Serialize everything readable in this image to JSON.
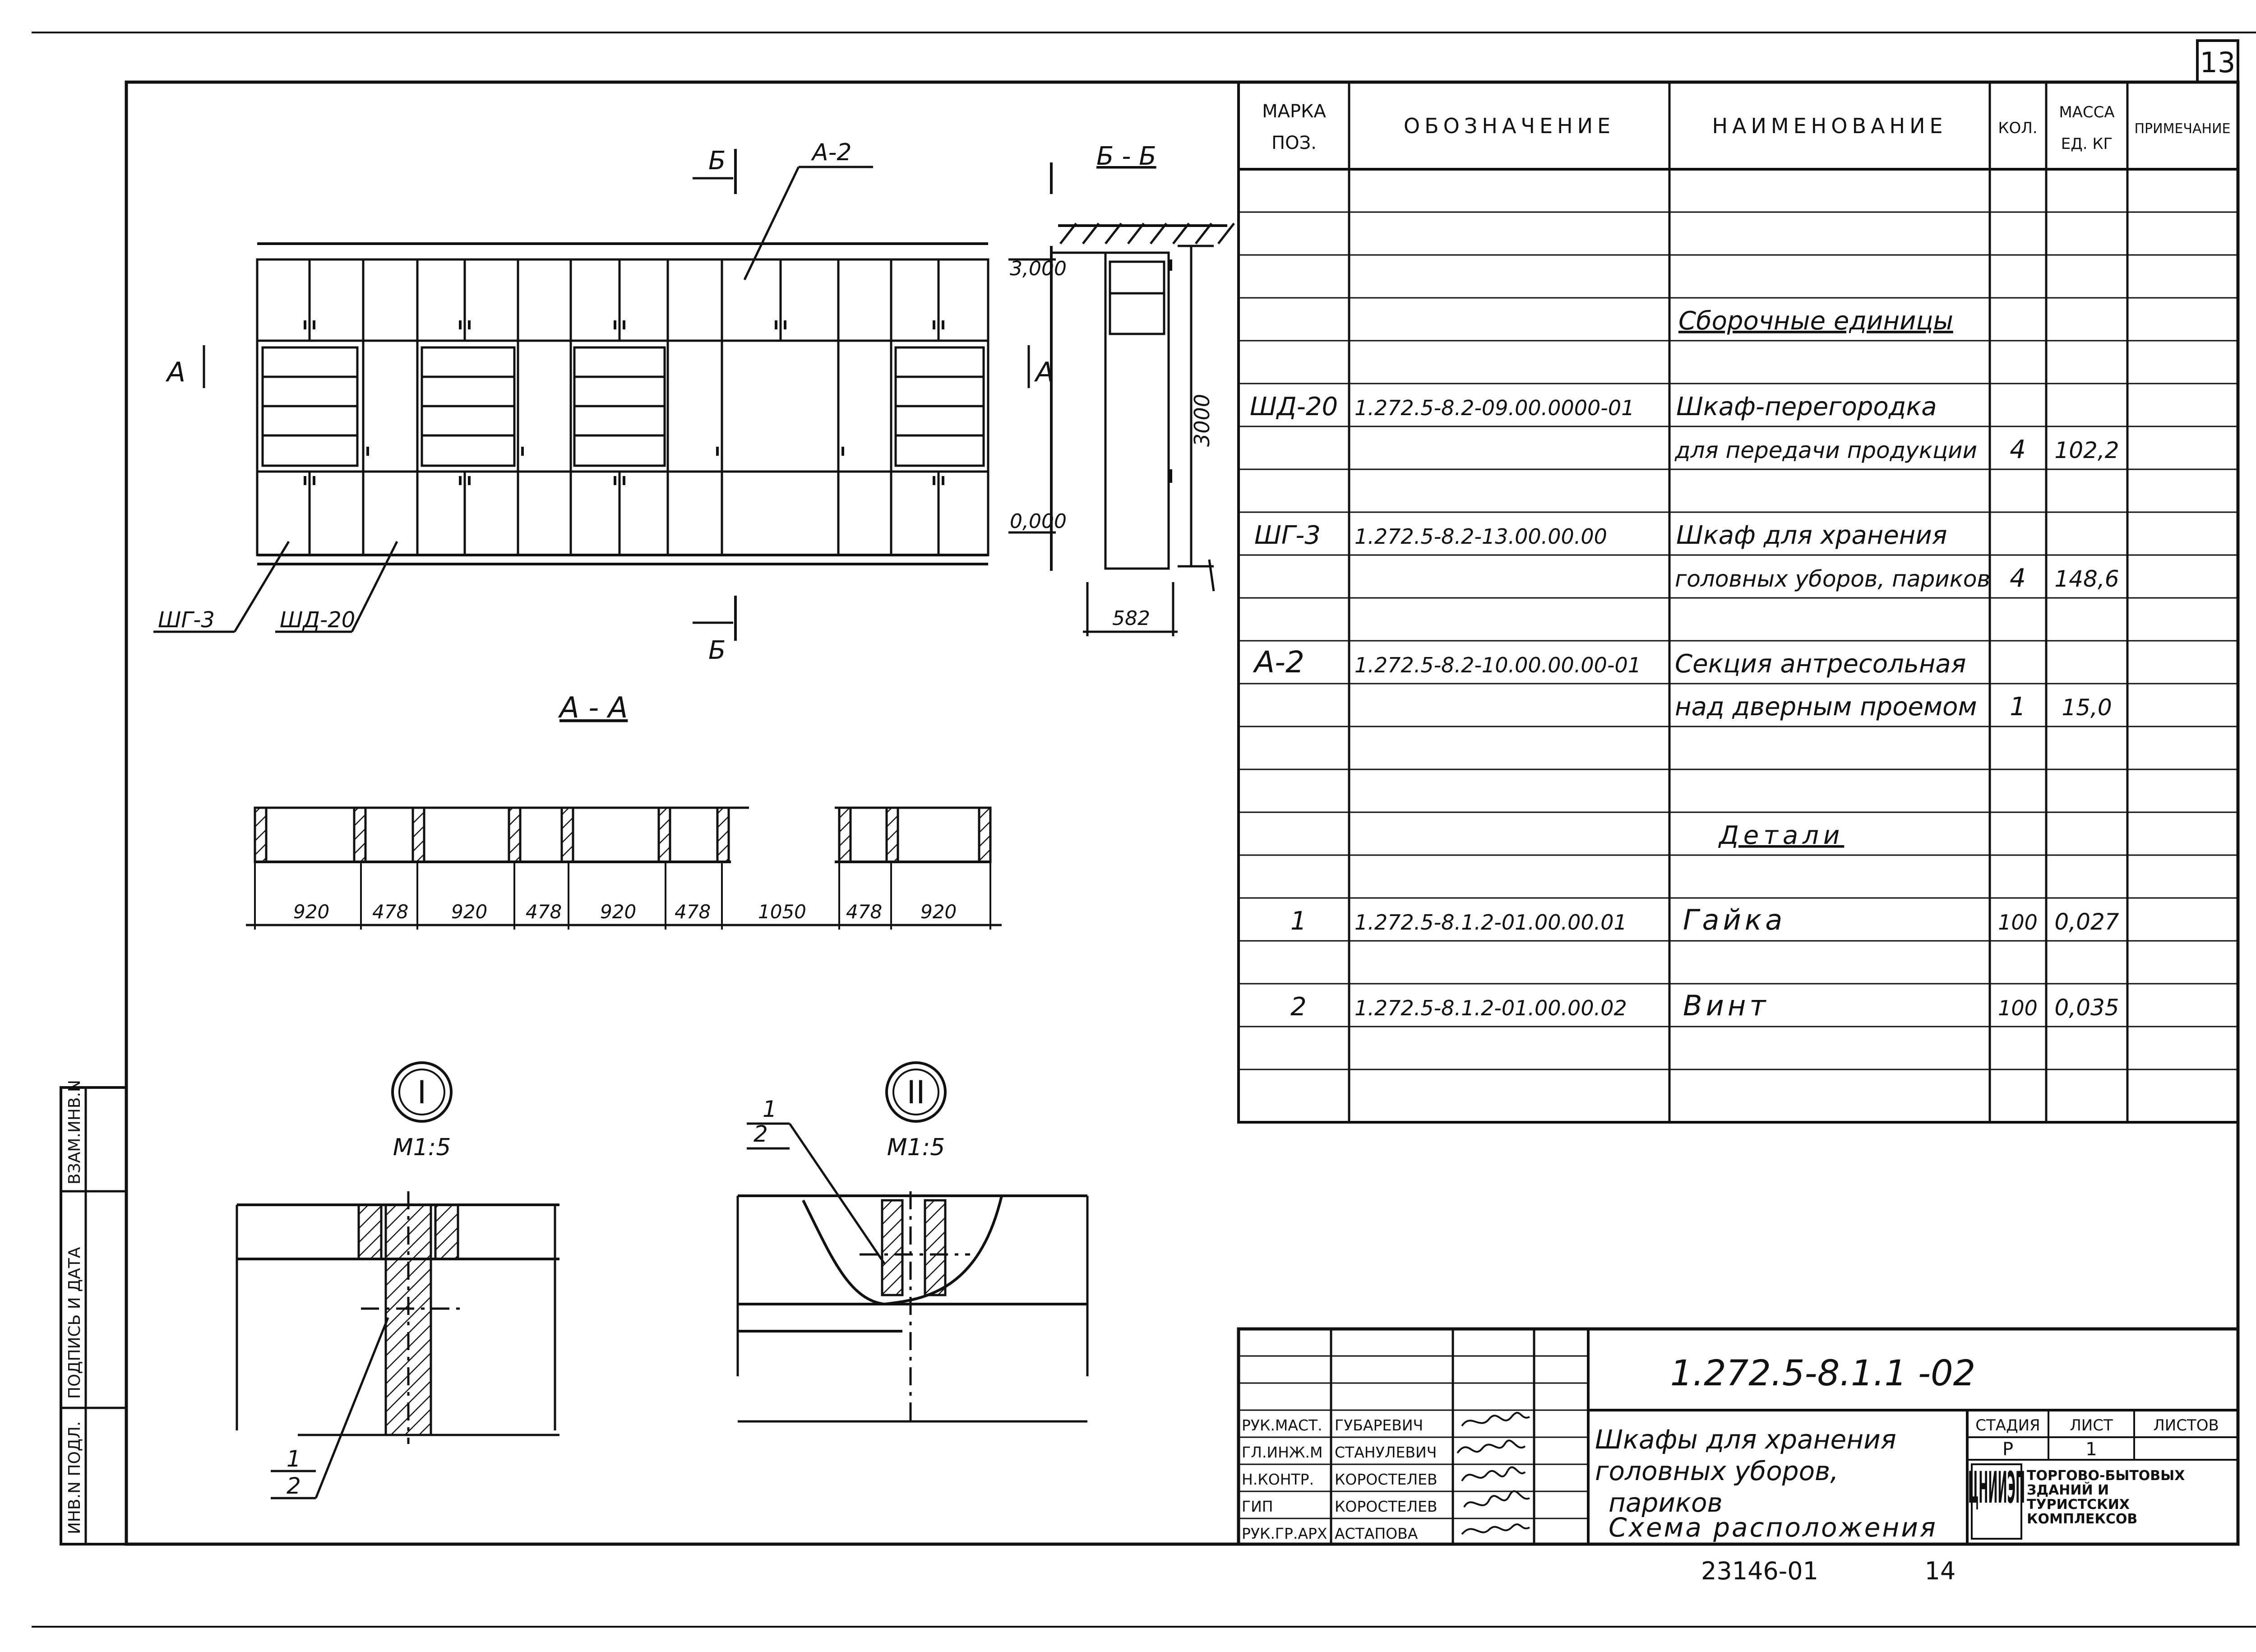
{
  "sheet_number": "13",
  "footer": {
    "archive_number": "23146-01",
    "page": "14"
  },
  "drawing": {
    "elevation_labels": {
      "section_b": "Б",
      "section_a": "А",
      "callout_a2": "А-2",
      "callout_shg3": "ШГ-3",
      "callout_shd20": "ШД-20"
    },
    "section_bb": {
      "title": "Б - Б",
      "level_top": "3,000",
      "level_bottom": "0,000",
      "height": "3000",
      "depth": "582"
    },
    "section_aa": {
      "title": "А - А",
      "dims": [
        "920",
        "478",
        "920",
        "478",
        "920",
        "478",
        "1050",
        "478",
        "920"
      ]
    },
    "detail_1": {
      "symbol": "I",
      "scale": "М1:5",
      "leader_1": "1",
      "leader_2": "2"
    },
    "detail_2": {
      "symbol": "II",
      "scale": "М1:5",
      "leader_1": "1",
      "leader_2": "2"
    }
  },
  "spec_table": {
    "headers": {
      "mark": [
        "МАРКА",
        "ПОЗ."
      ],
      "designation": "ОБОЗНАЧЕНИЕ",
      "name": "НАИМЕНОВАНИЕ",
      "qty": "КОЛ.",
      "mass": [
        "МАССА",
        "ЕД. КГ"
      ],
      "note": "ПРИМЕЧАНИЕ"
    },
    "section_assemblies": "Сборочные единицы",
    "section_parts": "Детали",
    "rows": [
      {
        "mark": "ШД-20",
        "designation": "1.272.5-8.2-09.00.0000-01",
        "name1": "Шкаф-перегородка",
        "name2": "для передачи продукции",
        "qty": "4",
        "mass": "102,2"
      },
      {
        "mark": "ШГ-3",
        "designation": "1.272.5-8.2-13.00.00.00",
        "name1": "Шкаф для хранения",
        "name2": "головных уборов, париков",
        "qty": "4",
        "mass": "148,6"
      },
      {
        "mark": "А-2",
        "designation": "1.272.5-8.2-10.00.00.00-01",
        "name1": "Секция антресольная",
        "name2": "над дверным проемом",
        "qty": "1",
        "mass": "15,0"
      },
      {
        "mark": "1",
        "designation": "1.272.5-8.1.2-01.00.00.01",
        "name1": "Гайка",
        "name2": "",
        "qty": "100",
        "mass": "0,027"
      },
      {
        "mark": "2",
        "designation": "1.272.5-8.1.2-01.00.00.02",
        "name1": "Винт",
        "name2": "",
        "qty": "100",
        "mass": "0,035"
      }
    ]
  },
  "title_block": {
    "code": "1.272.5-8.1.1 -02",
    "title_lines": [
      "Шкафы для хранения",
      "головных уборов,",
      "париков",
      "Схема расположения"
    ],
    "stage_label": "СТАДИЯ",
    "sheet_label": "ЛИСТ",
    "sheets_label": "ЛИСТОВ",
    "stage": "Р",
    "sheet": "1",
    "sheets": "",
    "org_logo": "ЦНИИЭП",
    "org_name": [
      "ТОРГОВО-БЫТОВЫХ",
      "ЗДАНИЙ И",
      "ТУРИСТСКИХ",
      "КОМПЛЕКСОВ"
    ],
    "signatures": [
      {
        "role": "РУК.МАСТ.",
        "name": "ГУБАРЕВИЧ"
      },
      {
        "role": "ГЛ.ИНЖ.М",
        "name": "СТАНУЛЕВИЧ"
      },
      {
        "role": "Н.КОНТР.",
        "name": "КОРОСТЕЛЕВ"
      },
      {
        "role": "ГИП",
        "name": "КОРОСТЕЛЕВ"
      },
      {
        "role": "РУК.ГР.АРХ",
        "name": "АСТАПОВА"
      }
    ]
  },
  "side_stamp": {
    "fields": [
      "ИНВ.N ПОДЛ.",
      "ПОДПИСЬ И ДАТА",
      "ВЗАМ.ИНВ.N"
    ]
  }
}
